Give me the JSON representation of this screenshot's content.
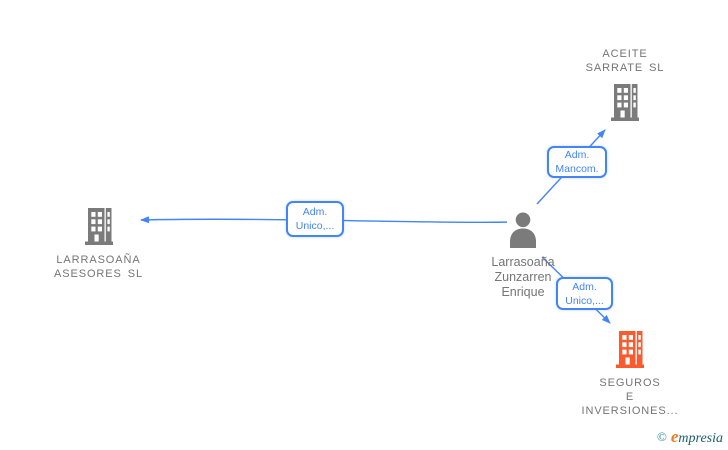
{
  "diagram": {
    "nodes": {
      "aceite": {
        "type": "company",
        "lines": [
          "ACEITE",
          "SARRATE SL"
        ]
      },
      "larrasoana": {
        "type": "company",
        "lines": [
          "LARRASOAÑA",
          "ASESORES SL"
        ]
      },
      "person": {
        "type": "person",
        "lines": [
          "Larrasoaña",
          "Zunzarren",
          "Enrique"
        ]
      },
      "seguros": {
        "type": "company",
        "lines": [
          "SEGUROS",
          "E",
          "INVERSIONES..."
        ]
      }
    },
    "edges": {
      "person_to_larrasoana": {
        "label_lines": [
          "Adm.",
          "Unico,..."
        ]
      },
      "person_to_aceite": {
        "label_lines": [
          "Adm.",
          "Mancom."
        ]
      },
      "person_to_seguros": {
        "label_lines": [
          "Adm.",
          "Unico,..."
        ]
      }
    },
    "colors": {
      "edge_blue": "#4285F4",
      "icon_gray": "#7B7B7B",
      "icon_orange": "#F95B2E",
      "label_gray": "#757575"
    }
  },
  "watermark": {
    "symbol": "©",
    "brand_initial": "e",
    "brand_rest": "mpresia"
  }
}
